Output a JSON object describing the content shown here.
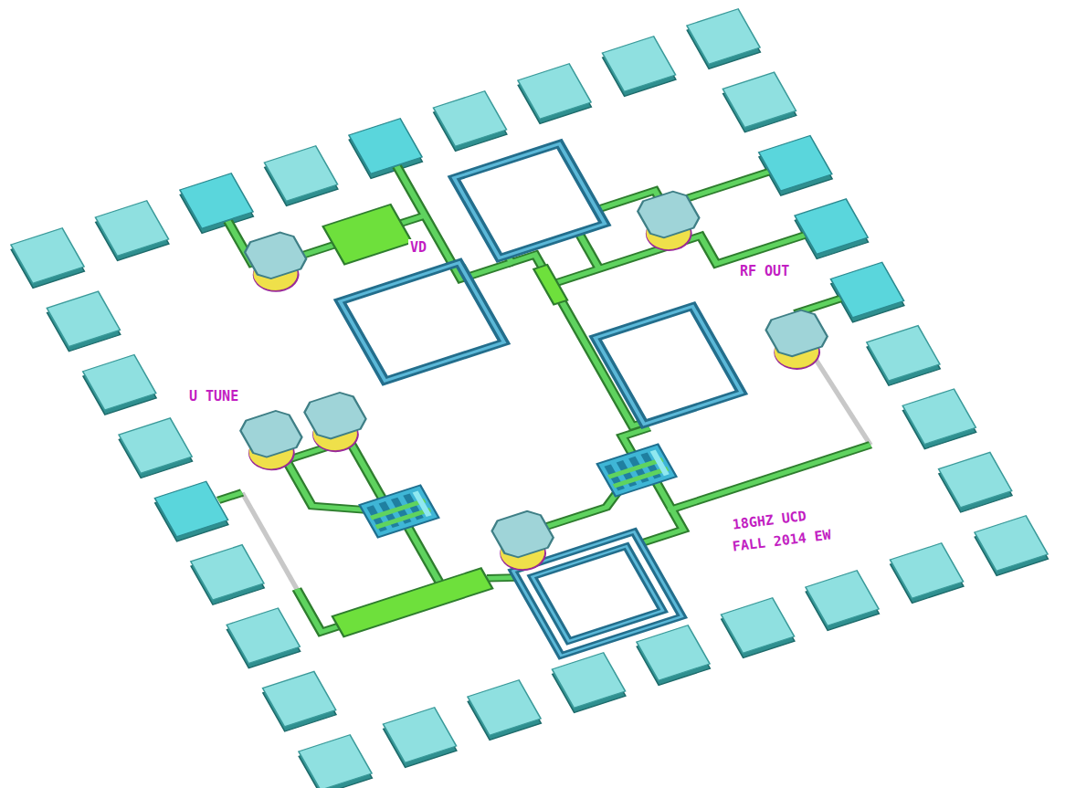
{
  "diagram": {
    "labels": [
      "VD",
      "RF OUT",
      "U TUNE",
      "18GHZ UCD",
      "FALL 2014 EW"
    ]
  }
}
